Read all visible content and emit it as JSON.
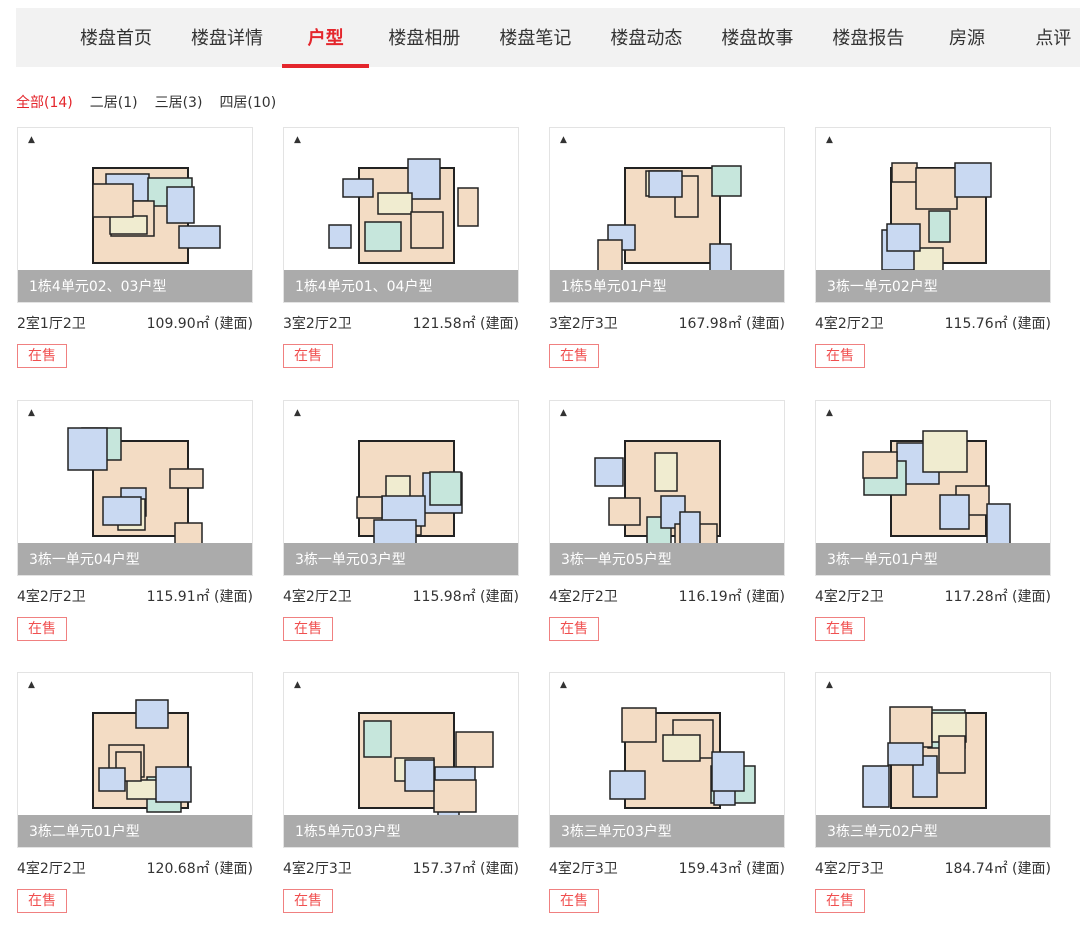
{
  "nav": [
    {
      "label": "楼盘首页"
    },
    {
      "label": "楼盘详情"
    },
    {
      "label": "户型",
      "active": true
    },
    {
      "label": "楼盘相册"
    },
    {
      "label": "楼盘笔记"
    },
    {
      "label": "楼盘动态"
    },
    {
      "label": "楼盘故事"
    },
    {
      "label": "楼盘报告"
    },
    {
      "label": "房源"
    },
    {
      "label": "点评"
    }
  ],
  "filters": [
    {
      "label": "全部(14)",
      "active": true
    },
    {
      "label": "二居(1)"
    },
    {
      "label": "三居(3)"
    },
    {
      "label": "四居(10)"
    }
  ],
  "colors": {
    "accent": "#e4262c"
  },
  "cards": [
    {
      "name": "1栋4单元02、03户型",
      "layout": "2室1厅2卫",
      "area": "109.90㎡ (建面)",
      "status": "在售"
    },
    {
      "name": "1栋4单元01、04户型",
      "layout": "3室2厅2卫",
      "area": "121.58㎡ (建面)",
      "status": "在售"
    },
    {
      "name": "1栋5单元01户型",
      "layout": "3室2厅3卫",
      "area": "167.98㎡ (建面)",
      "status": "在售"
    },
    {
      "name": "3栋一单元02户型",
      "layout": "4室2厅2卫",
      "area": "115.76㎡ (建面)",
      "status": "在售"
    },
    {
      "name": "3栋一单元04户型",
      "layout": "4室2厅2卫",
      "area": "115.91㎡ (建面)",
      "status": "在售"
    },
    {
      "name": "3栋一单元03户型",
      "layout": "4室2厅2卫",
      "area": "115.98㎡ (建面)",
      "status": "在售"
    },
    {
      "name": "3栋一单元05户型",
      "layout": "4室2厅2卫",
      "area": "116.19㎡ (建面)",
      "status": "在售"
    },
    {
      "name": "3栋一单元01户型",
      "layout": "4室2厅2卫",
      "area": "117.28㎡ (建面)",
      "status": "在售"
    },
    {
      "name": "3栋二单元01户型",
      "layout": "4室2厅2卫",
      "area": "120.68㎡ (建面)",
      "status": "在售"
    },
    {
      "name": "1栋5单元03户型",
      "layout": "4室2厅3卫",
      "area": "157.37㎡ (建面)",
      "status": "在售"
    },
    {
      "name": "3栋三单元03户型",
      "layout": "4室2厅3卫",
      "area": "159.43㎡ (建面)",
      "status": "在售"
    },
    {
      "name": "3栋三单元02户型",
      "layout": "4室2厅3卫",
      "area": "184.74㎡ (建面)",
      "status": "在售"
    }
  ]
}
